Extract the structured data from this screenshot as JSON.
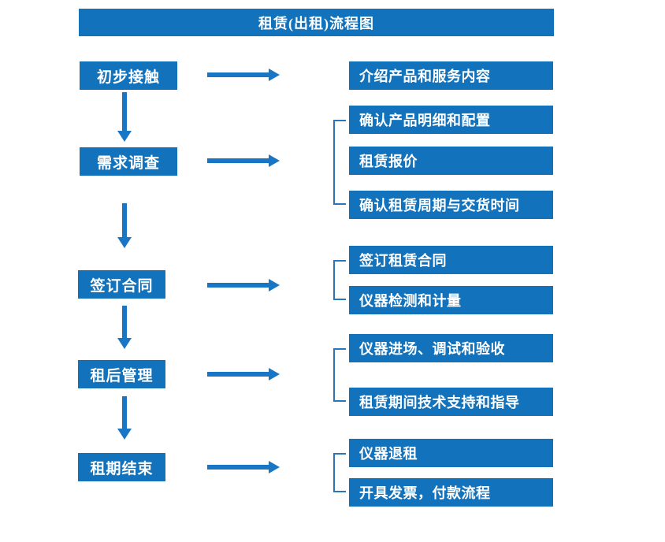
{
  "title": "租赁(出租)流程图",
  "colors": {
    "box_blue": "#1272bc",
    "arrow_blue": "#1976c5",
    "bracket_blue": "#2e75b6",
    "text_white": "#ffffff"
  },
  "steps": [
    {
      "label": "初步接触",
      "details": [
        "介绍产品和服务内容"
      ]
    },
    {
      "label": "需求调查",
      "details": [
        "确认产品明细和配置",
        "租赁报价",
        "确认租赁周期与交货时间"
      ]
    },
    {
      "label": "签订合同",
      "details": [
        "签订租赁合同",
        "仪器检测和计量"
      ]
    },
    {
      "label": "租后管理",
      "details": [
        "仪器进场、调试和验收",
        "租赁期间技术支持和指导"
      ]
    },
    {
      "label": "租期结束",
      "details": [
        "仪器退租",
        "开具发票，付款流程"
      ]
    }
  ]
}
